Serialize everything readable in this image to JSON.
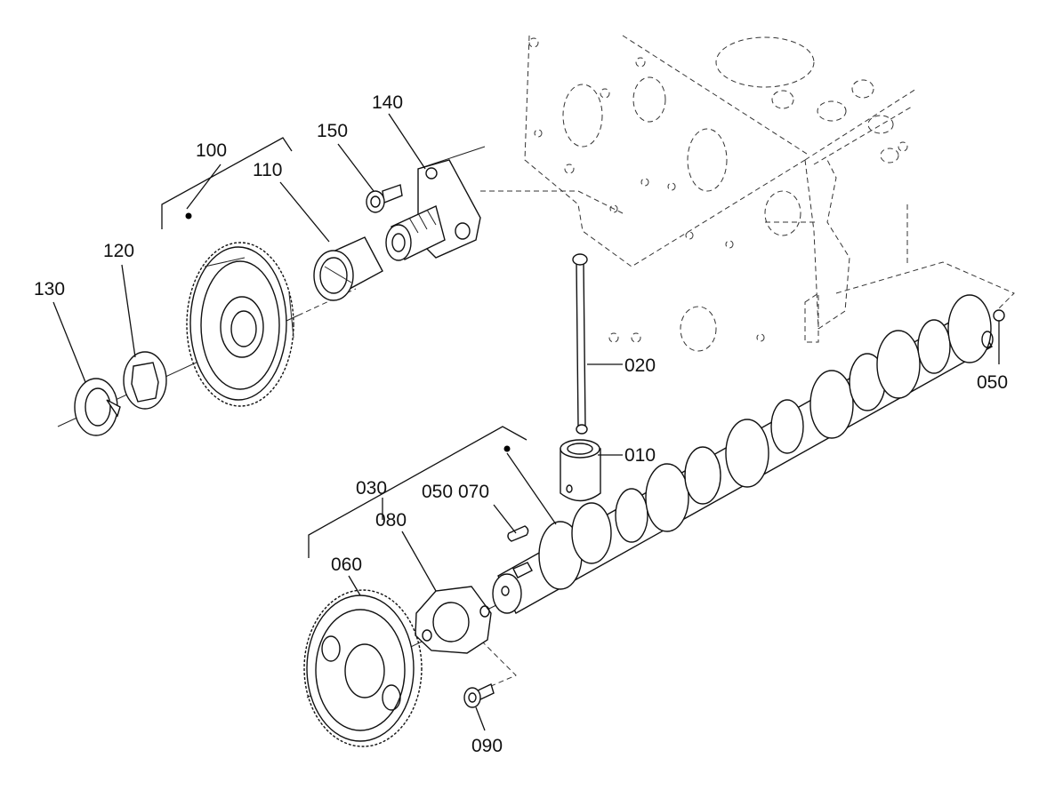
{
  "callouts": {
    "p010": "010",
    "p020": "020",
    "p030": "030",
    "p050a": "050",
    "p050b": "050",
    "p060": "060",
    "p070": "070",
    "p080": "080",
    "p090": "090",
    "p100": "100",
    "p110": "110",
    "p120": "120",
    "p130": "130",
    "p140": "140",
    "p150": "150"
  }
}
